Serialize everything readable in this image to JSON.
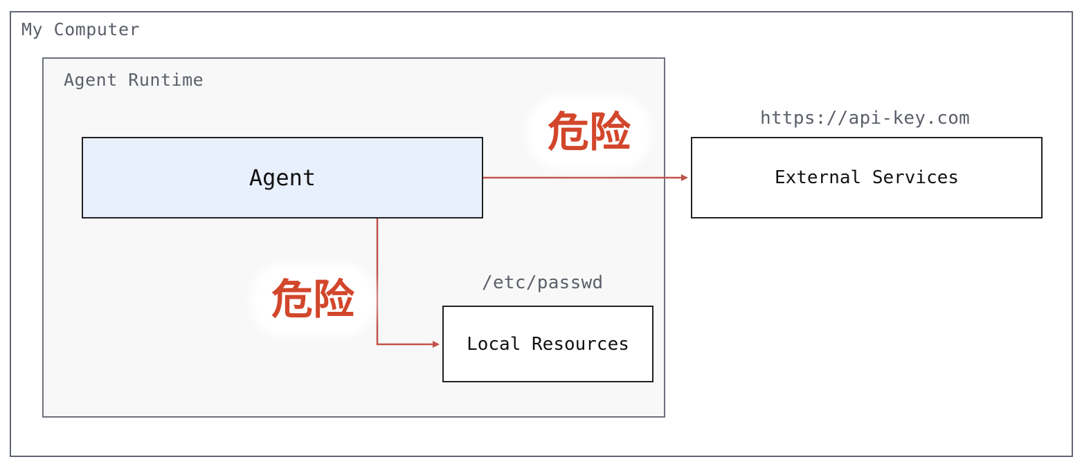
{
  "outer": {
    "label": "My Computer"
  },
  "runtime": {
    "label": "Agent Runtime"
  },
  "nodes": {
    "agent": "Agent",
    "external": "External Services",
    "local": "Local Resources"
  },
  "annotations": {
    "url": "https://api-key.com",
    "file": "/etc/passwd"
  },
  "warnings": {
    "external_path": "危险",
    "local_path": "危险"
  },
  "colors": {
    "arrow": "#c0524a",
    "danger_text": "#d2462b",
    "agent_fill": "#e8f0fd",
    "runtime_fill": "#f8f8f8"
  }
}
